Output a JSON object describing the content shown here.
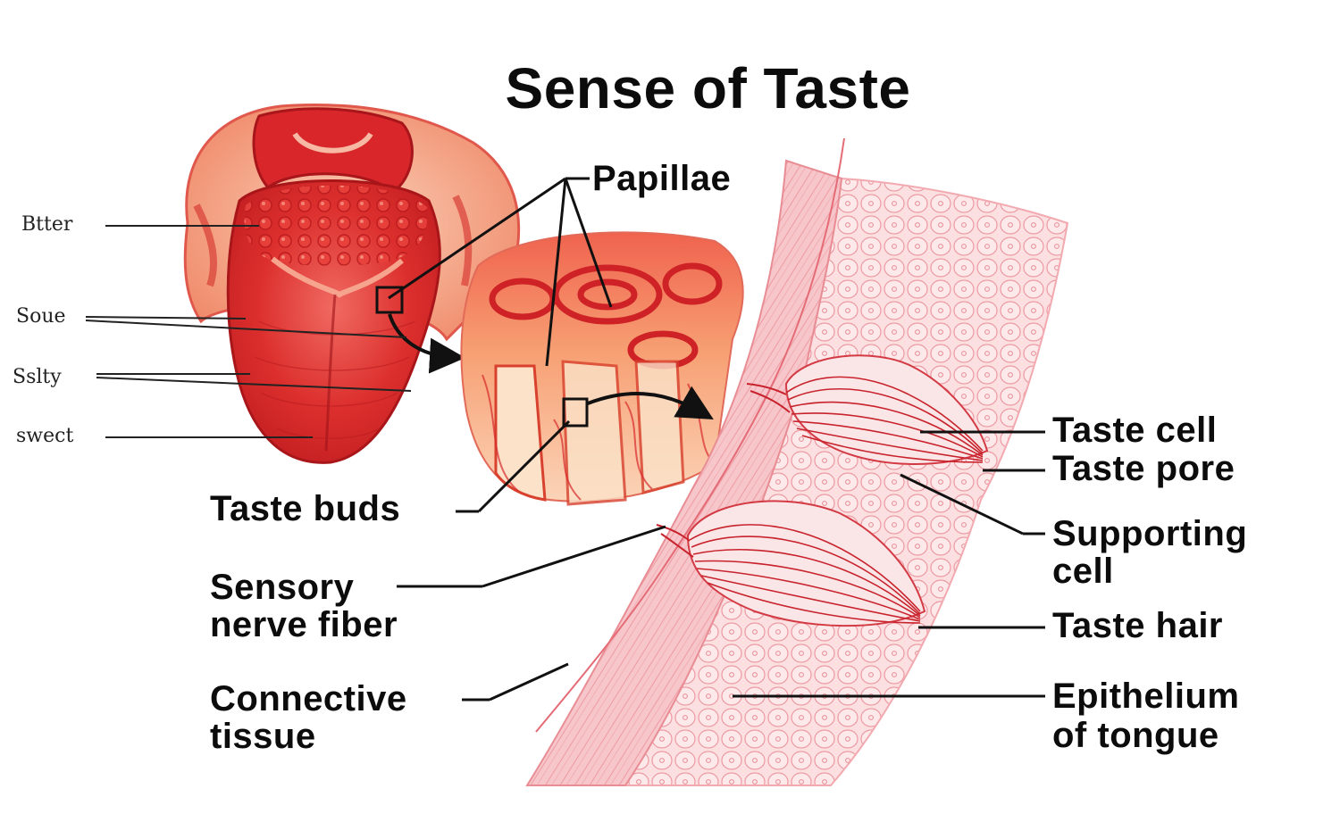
{
  "title": "Sense of Taste",
  "taste_regions": {
    "bitter": "Btter",
    "sour": "Soue",
    "salty": "Sslty",
    "sweet": "swect"
  },
  "labels": {
    "papillae": "Papillae",
    "taste_buds": "Taste buds",
    "sensory_nerve_fiber_1": "Sensory",
    "sensory_nerve_fiber_2": "nerve fiber",
    "connective_tissue_1": "Connective",
    "connective_tissue_2": "tissue",
    "taste_cell": "Taste cell",
    "taste_pore": "Taste pore",
    "supporting_cell_1": "Supporting",
    "supporting_cell_2": "cell",
    "taste_hair": "Taste hair",
    "epithelium_1": "Epithelium",
    "epithelium_2": "of tongue"
  },
  "colors": {
    "tissue_red": "#d8262a",
    "tissue_pink": "#f4b8bc",
    "epithelium_pink": "#f9d4d6",
    "leader_line": "#111111"
  }
}
